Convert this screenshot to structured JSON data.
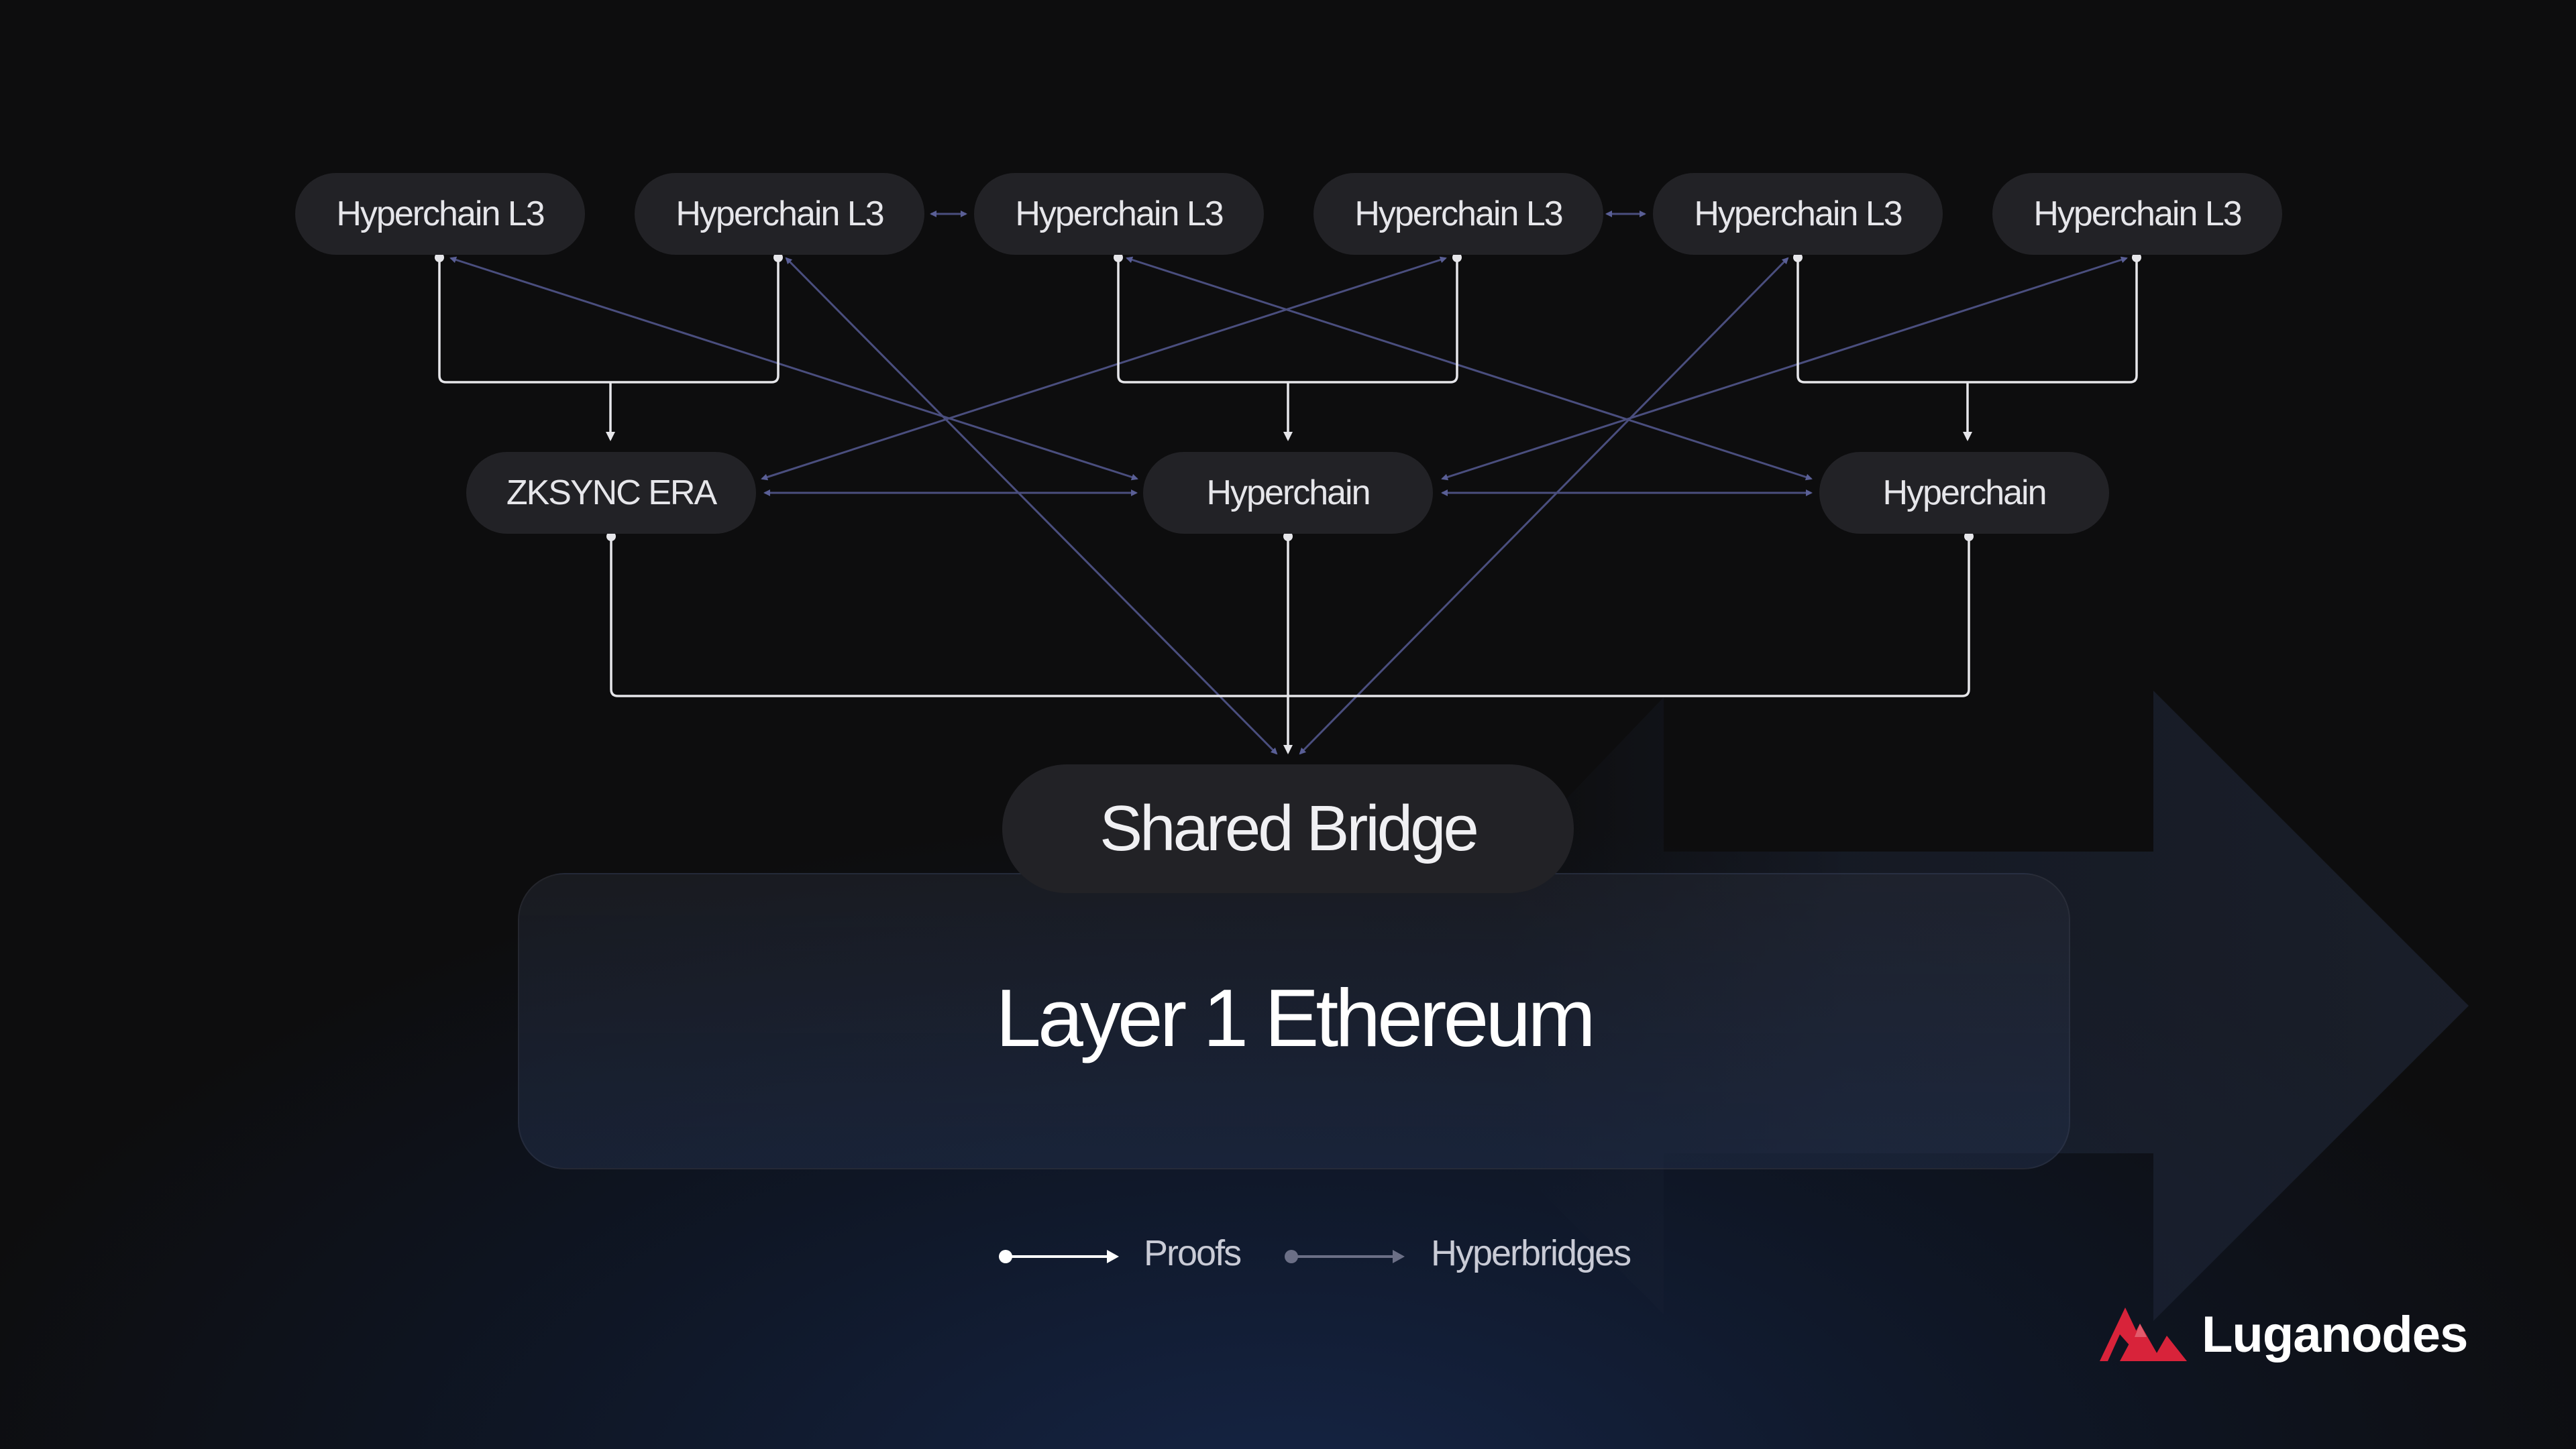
{
  "diagram": {
    "l3_nodes": [
      "Hyperchain L3",
      "Hyperchain L3",
      "Hyperchain L3",
      "Hyperchain L3",
      "Hyperchain L3",
      "Hyperchain L3"
    ],
    "l2_nodes": [
      "ZKSYNC ERA",
      "Hyperchain",
      "Hyperchain"
    ],
    "bridge": "Shared Bridge",
    "layer1": "Layer 1 Ethereum"
  },
  "legend": {
    "proofs": "Proofs",
    "hyperbridges": "Hyperbridges"
  },
  "brand": {
    "name": "Luganodes"
  },
  "colors": {
    "background": "#0d0d0e",
    "node_fill": "#222226",
    "proof_line": "#e6e6ea",
    "hyperbridge_line": "#4a4e7e",
    "brand_red": "#d8233a"
  }
}
